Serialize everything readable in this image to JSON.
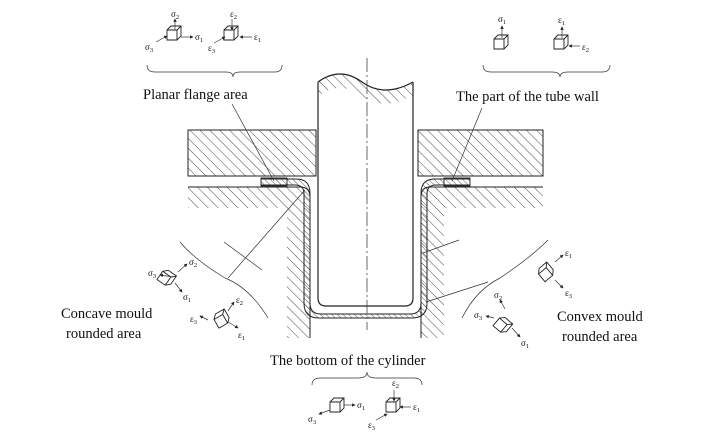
{
  "labels": {
    "planar_flange": "Planar flange area",
    "tube_wall": "The part of the tube wall",
    "concave_line1": "Concave mould",
    "concave_line2": "rounded area",
    "convex_line1": "Convex mould",
    "convex_line2": "rounded area",
    "bottom": "The bottom of the cylinder"
  },
  "symbols": {
    "sigma": "σ",
    "epsilon": "ε",
    "sub1": "1",
    "sub2": "2",
    "sub3": "3"
  }
}
